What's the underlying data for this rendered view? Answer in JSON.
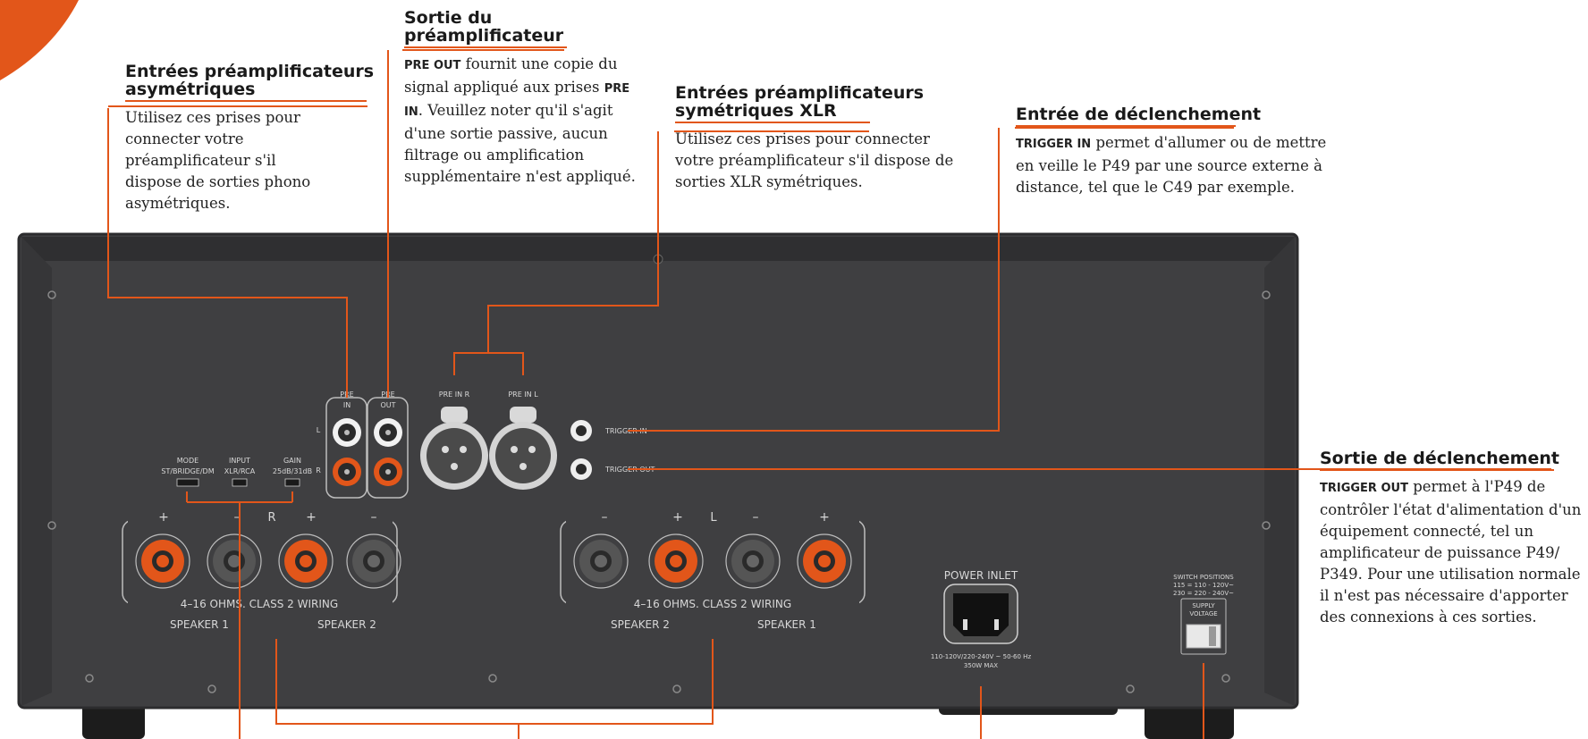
{
  "callouts": {
    "pre_in": {
      "title_1": "Entrées préamplificateurs",
      "title_2": "asymétriques",
      "text": "Utilisez ces prises pour connecter votre préamplificateur s'il dispose de sorties phono asymétriques."
    },
    "pre_out": {
      "title_1": "Sortie du",
      "title_2": "préamplificateur",
      "text_bold_1": "PRE OUT",
      "text_1": " fournit une copie du signal appliqué aux prises ",
      "text_bold_2": "PRE IN",
      "text_2": ". Veuillez noter qu'il s'agit d'une sortie passive, aucun filtrage ou amplification supplémentaire n'est appliqué."
    },
    "xlr": {
      "title_1": "Entrées préamplificateurs",
      "title_2": "symétriques XLR",
      "text": "Utilisez ces prises pour connecter votre préamplificateur s'il dispose de sorties XLR symétriques."
    },
    "trigger_in": {
      "title": "Entrée de déclenchement",
      "text_bold": "TRIGGER IN",
      "text": " permet d'allumer ou de mettre en veille le P49 par une source externe à distance, tel que le C49 par exemple."
    },
    "trigger_out": {
      "title": "Sortie de déclenchement",
      "text_bold": "TRIGGER OUT",
      "text": " permet à l'P49 de contrôler l'état d'alimentation d'un équipement connecté, tel un amplificateur de puissance P49/ P349. Pour une utilisation normale il n'est pas nécessaire d'apporter des connexions à ces sorties."
    }
  },
  "panel": {
    "pre_in": {
      "line1": "PRE",
      "line2": "IN"
    },
    "pre_out": {
      "line1": "PRE",
      "line2": "OUT"
    },
    "channel_l": "L",
    "channel_r": "R",
    "xlr_r": "PRE IN R",
    "xlr_l": "PRE IN L",
    "trigger_in": "TRIGGER IN",
    "trigger_out": "TRIGGER OUT",
    "mode": {
      "title": "MODE",
      "options": "ST/BRIDGE/DM"
    },
    "input": {
      "title": "INPUT",
      "options": "XLR/RCA"
    },
    "gain": {
      "title": "GAIN",
      "options": "25dB/31dB"
    },
    "plus": "+",
    "minus": "–",
    "wiring": "4–16 OHMS. CLASS 2 WIRING",
    "speaker_1": "SPEAKER 1",
    "speaker_2": "SPEAKER 2",
    "power_inlet": "POWER INLET",
    "power_spec_1": "110-120V/220-240V  ~ 50-60 Hz",
    "power_spec_2": "350W MAX",
    "switch_positions_1": "SWITCH POSITIONS",
    "switch_positions_2": "115 = 110 - 120V~",
    "switch_positions_3": "230 = 220 - 240V~",
    "supply_1": "SUPPLY",
    "supply_2": "VOLTAGE"
  },
  "colors": {
    "accent": "#e2561a",
    "panel": "#3f3f41",
    "panel_edge": "#2c2c2e",
    "label": "#d8d8d8"
  }
}
